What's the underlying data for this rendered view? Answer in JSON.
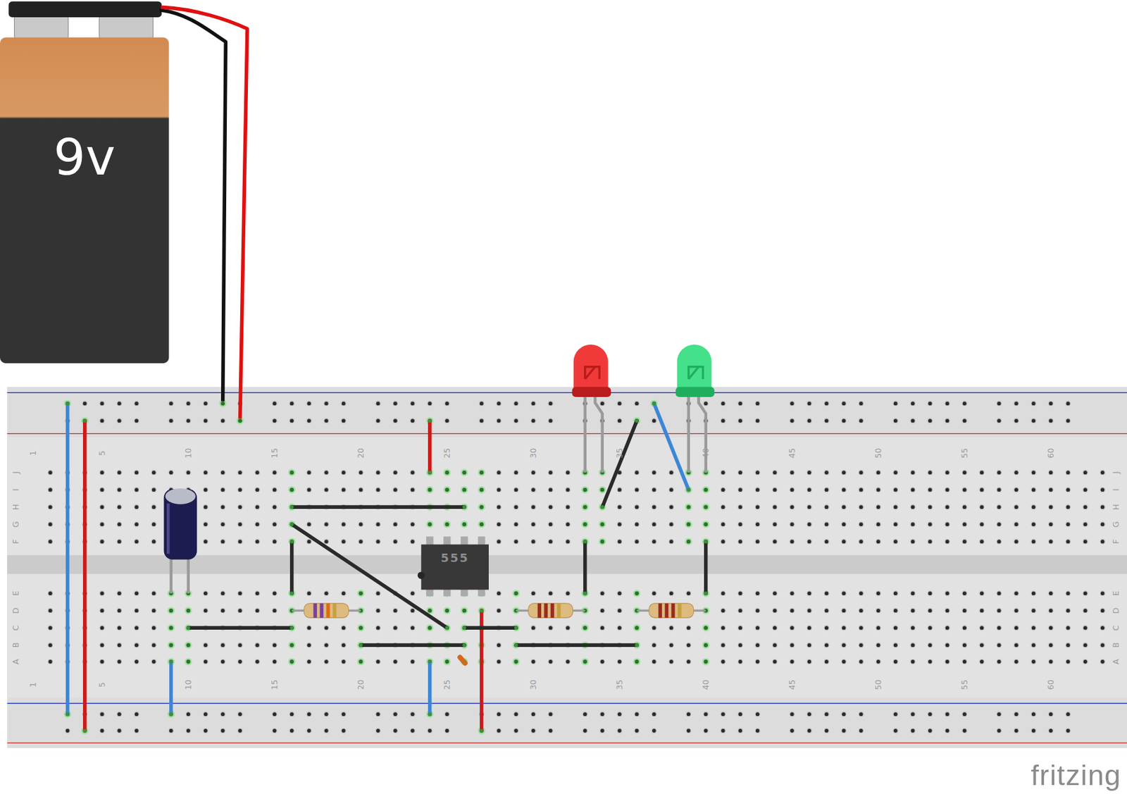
{
  "diagram": {
    "nodes": [
      {
        "text": [
          "9v"
        ]
      },
      {
        "text": [
          "555"
        ]
      }
    ],
    "labels": [
      "1",
      "5",
      "10",
      "15",
      "20",
      "25",
      "30",
      "35",
      "40",
      "45",
      "50",
      "55",
      "60",
      "J",
      "I",
      "H",
      "G",
      "F",
      "E",
      "D",
      "C",
      "B",
      "A",
      "J",
      "I",
      "H",
      "G",
      "F",
      "E",
      "D",
      "C",
      "B",
      "A",
      "1",
      "5",
      "10",
      "15",
      "20",
      "25",
      "30",
      "35",
      "40",
      "45",
      "50",
      "55",
      "60",
      "fritzing"
    ]
  }
}
